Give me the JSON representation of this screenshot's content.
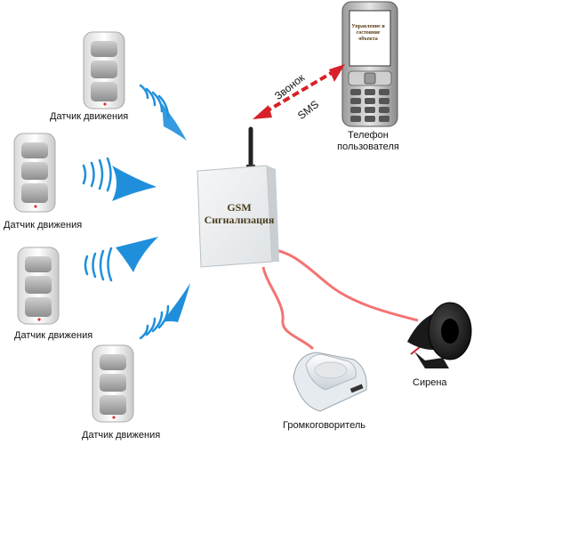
{
  "hub": {
    "line1": "GSM",
    "line2": "Сигнализация"
  },
  "phone": {
    "screen_text": "Управление и состояние объекта",
    "label_line1": "Телефон",
    "label_line2": "пользователя"
  },
  "arrow": {
    "call": "Звонок",
    "sms": "SMS"
  },
  "sensors": [
    {
      "label": "Датчик движения"
    },
    {
      "label": "Датчик движения"
    },
    {
      "label": "Датчик движения"
    },
    {
      "label": "Датчик движения"
    }
  ],
  "siren": {
    "label": "Сирена"
  },
  "speaker": {
    "label": "Громкоговоритель"
  },
  "colors": {
    "wave": "#1f8fdb",
    "cable": "#f25a5a",
    "arrow": "#d8202a"
  }
}
